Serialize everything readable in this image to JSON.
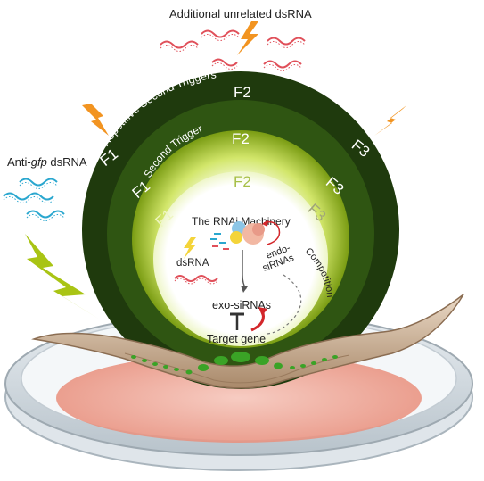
{
  "labels": {
    "top_trigger": "Additional unrelated dsRNA",
    "left_trigger_prefix": "Anti-",
    "left_trigger_gene": "gfp",
    "left_trigger_suffix": " dsRNA",
    "ring_outer": "Repetitive Second Triggers",
    "ring_middle": "Second Trigger",
    "core_title": "The RNAi Machinery",
    "dsrna": "dsRNA",
    "endo_sirnas_1": "endo-",
    "endo_sirnas_2": "siRNAs",
    "competition": "Competition",
    "exo_sirnas": "exo-siRNAs",
    "target_gene": "Target gene"
  },
  "generations": {
    "outer": [
      "F1",
      "F2",
      "F3"
    ],
    "middle": [
      "F1",
      "F2",
      "F3"
    ],
    "inner": [
      "F1",
      "F2",
      "F3"
    ]
  },
  "colors": {
    "outer_ring": "#1f3a0d",
    "middle_ring": "#2f5512",
    "inner_ring_edge": "#7da015",
    "inner_ring_glow": "#d9ec7a",
    "core": "#ffffff",
    "lightning_orange": "#f29421",
    "lightning_green": "#a9c414",
    "dsrna_red": "#e0505a",
    "dsrna_cyan": "#2aa7cf",
    "dish": "#c9d3da",
    "agar": "#f0a99a",
    "worm": "#cdb49a",
    "gut_green": "#3aa326",
    "inhibit_red": "#d3262a"
  }
}
